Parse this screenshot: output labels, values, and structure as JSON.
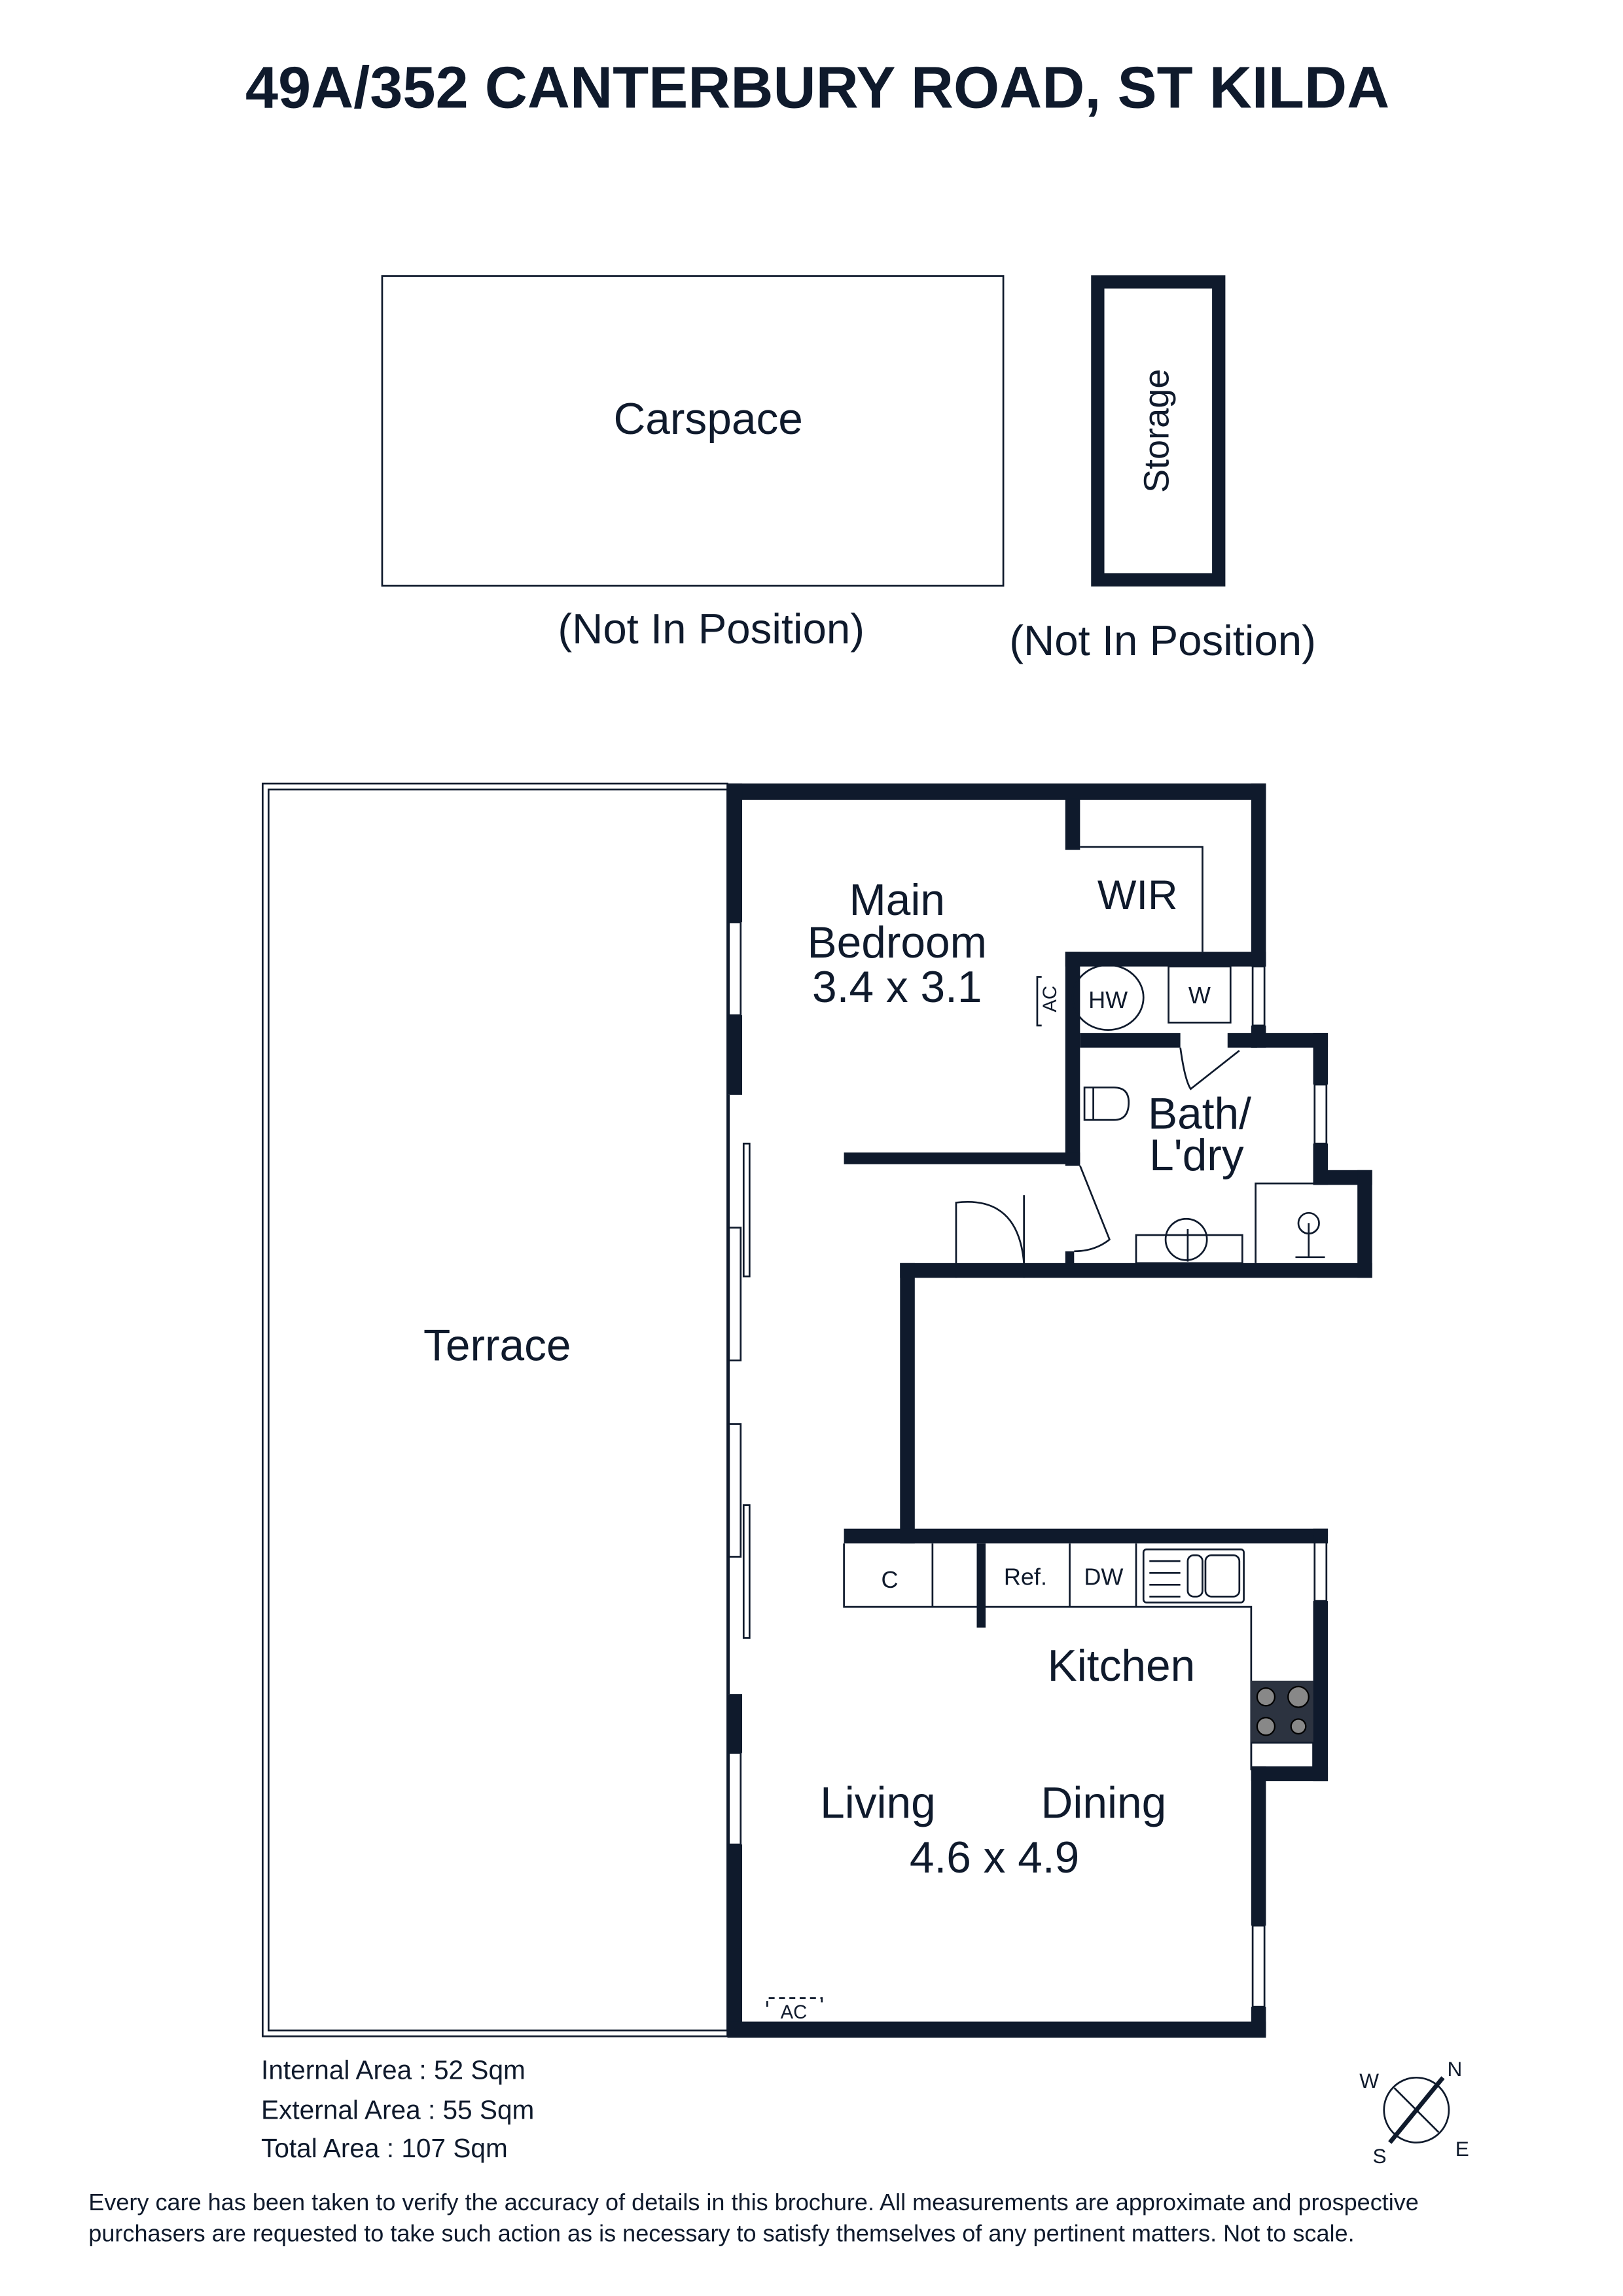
{
  "title": "49A/352 CANTERBURY ROAD, ST KILDA",
  "carspace": {
    "label": "Carspace",
    "note": "(Not In Position)"
  },
  "storage": {
    "label": "Storage",
    "note": "(Not In Position)"
  },
  "rooms": {
    "terrace": "Terrace",
    "main_bedroom_line1": "Main",
    "main_bedroom_line2": "Bedroom",
    "main_bedroom_dims": "3.4 x 3.1",
    "wir": "WIR",
    "hw": "HW",
    "w": "W",
    "ac_bedroom": "AC",
    "bath_line1": "Bath/",
    "bath_line2": "L'dry",
    "c": "C",
    "ref": "Ref.",
    "dw": "DW",
    "kitchen": "Kitchen",
    "living": "Living",
    "dining": "Dining",
    "living_dims": "4.6 x 4.9",
    "ac_living": "AC"
  },
  "areas": {
    "internal": "Internal Area : 52 Sqm",
    "external": "External Area : 55 Sqm",
    "total": "Total Area : 107 Sqm"
  },
  "compass": {
    "n": "N",
    "e": "E",
    "s": "S",
    "w": "W"
  },
  "disclaimer_line1": "Every care has been taken to verify the accuracy of details in this brochure. All measurements are approximate and prospective",
  "disclaimer_line2": "purchasers are requested to take such action as is necessary to satisfy themselves of any pertinent matters. Not to scale.",
  "colors": {
    "wall": "#0f1a2c"
  }
}
